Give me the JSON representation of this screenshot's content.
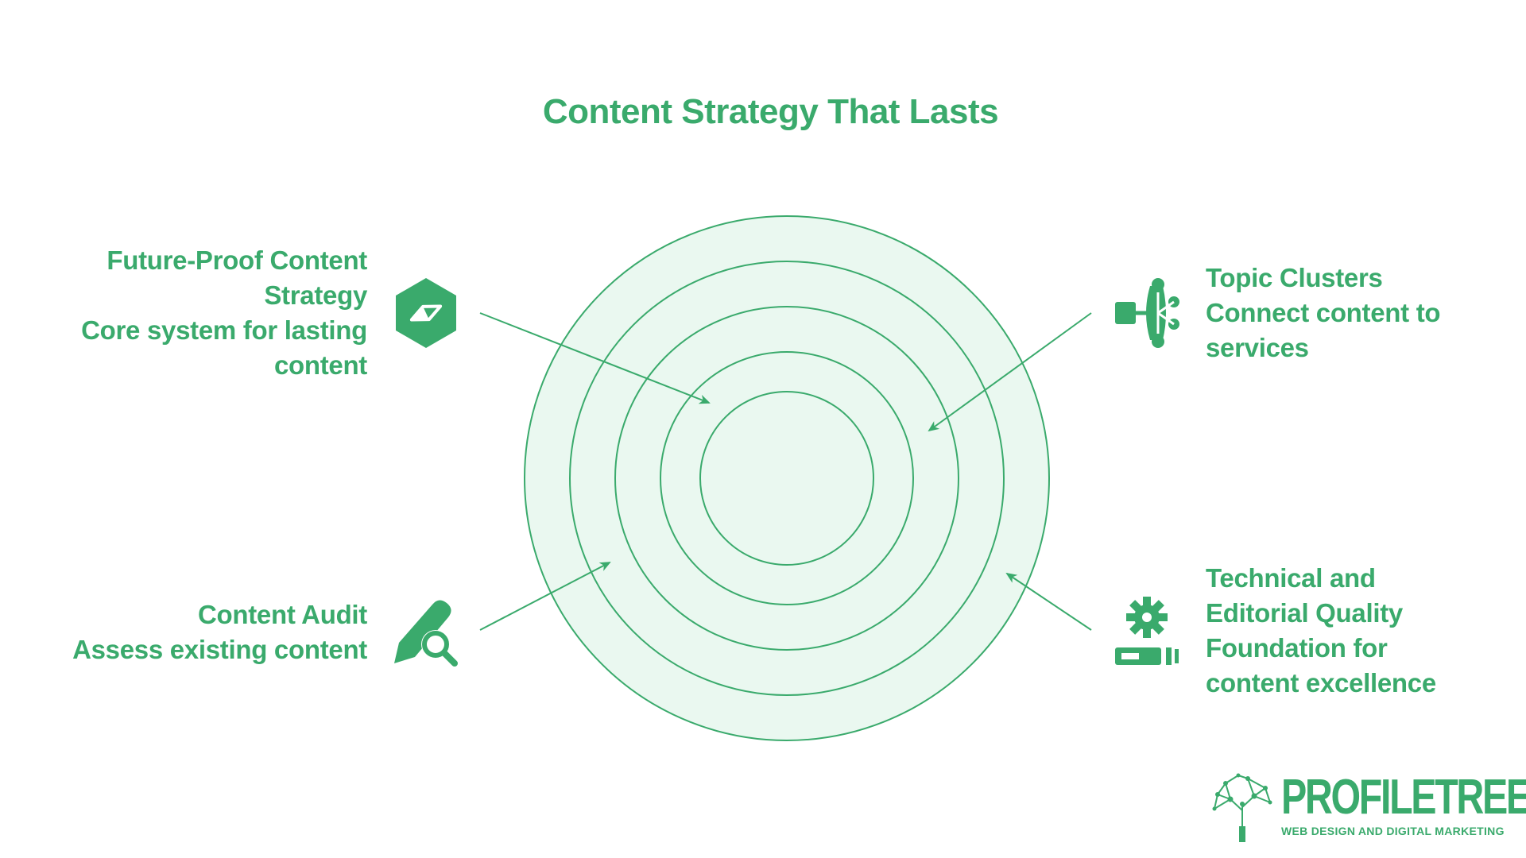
{
  "title": "Content Strategy That Lasts",
  "colors": {
    "accent": "#3aaa6c",
    "ring_fill": "#eaf8f0",
    "background": "#ffffff"
  },
  "items": {
    "future_proof": {
      "heading_line1": "Future-Proof Content",
      "heading_line2": "Strategy",
      "desc_line1": "Core system for lasting",
      "desc_line2": "content",
      "icon": "compass-icon"
    },
    "content_audit": {
      "heading": "Content Audit",
      "desc": "Assess existing content",
      "icon": "pencil-magnifier-icon"
    },
    "topic_clusters": {
      "heading": "Topic Clusters",
      "desc_line1": "Connect content to",
      "desc_line2": "services",
      "icon": "network-hub-icon"
    },
    "technical_quality": {
      "heading_line1": "Technical and",
      "heading_line2": "Editorial Quality",
      "desc_line1": "Foundation for",
      "desc_line2": "content excellence",
      "icon": "gear-battery-icon"
    }
  },
  "logo": {
    "wordmark": "PROFILETREE",
    "tagline": "WEB DESIGN AND DIGITAL MARKETING",
    "icon": "tree-network-icon"
  }
}
